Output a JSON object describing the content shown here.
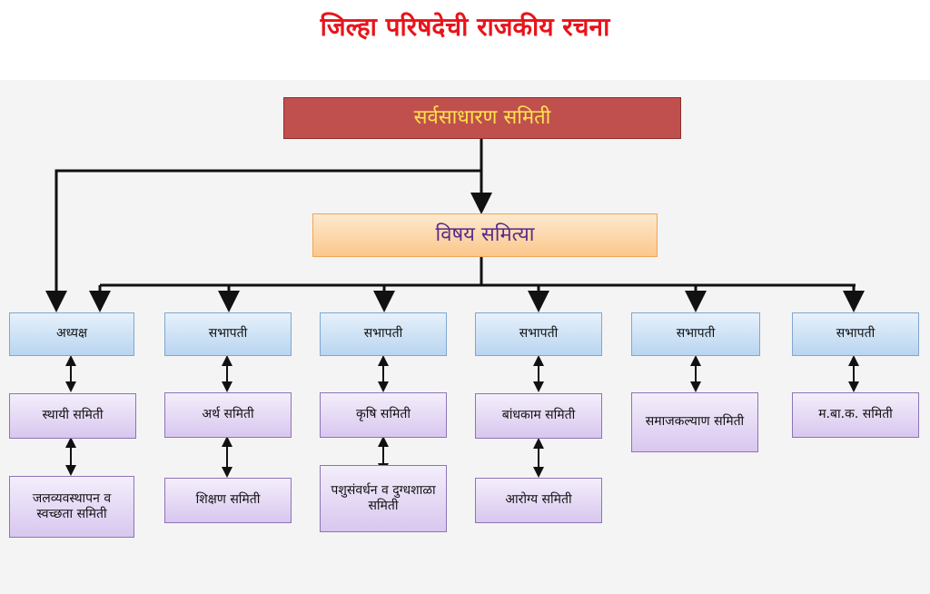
{
  "title": "जिल्हा परिषदेची राजकीय रचना",
  "top": "सर्वसाधारण समिती",
  "subject": "विषय समित्या",
  "columns": [
    {
      "role": "अध्यक्ष",
      "committees": [
        "स्थायी समिती",
        "जलव्यवस्थापन व स्वच्छता समिती"
      ]
    },
    {
      "role": "सभापती",
      "committees": [
        "अर्थ समिती",
        "शिक्षण समिती"
      ]
    },
    {
      "role": "सभापती",
      "committees": [
        "कृषि समिती",
        "पशुसंवर्धन व दुग्धशाळा समिती"
      ]
    },
    {
      "role": "सभापती",
      "committees": [
        "बांधकाम समिती",
        "आरोग्य समिती"
      ]
    },
    {
      "role": "सभापती",
      "committees": [
        "समाजकल्याण समिती"
      ]
    },
    {
      "role": "सभापती",
      "committees": [
        "म.बा.क. समिती"
      ]
    }
  ],
  "colors": {
    "title": "#e8141c",
    "top_fill": "#c0504d",
    "top_text": "#ffe14d",
    "subject_fill": "#fbc78b",
    "role_fill": "#b9d5f0",
    "committee_fill": "#d8c7ef"
  }
}
